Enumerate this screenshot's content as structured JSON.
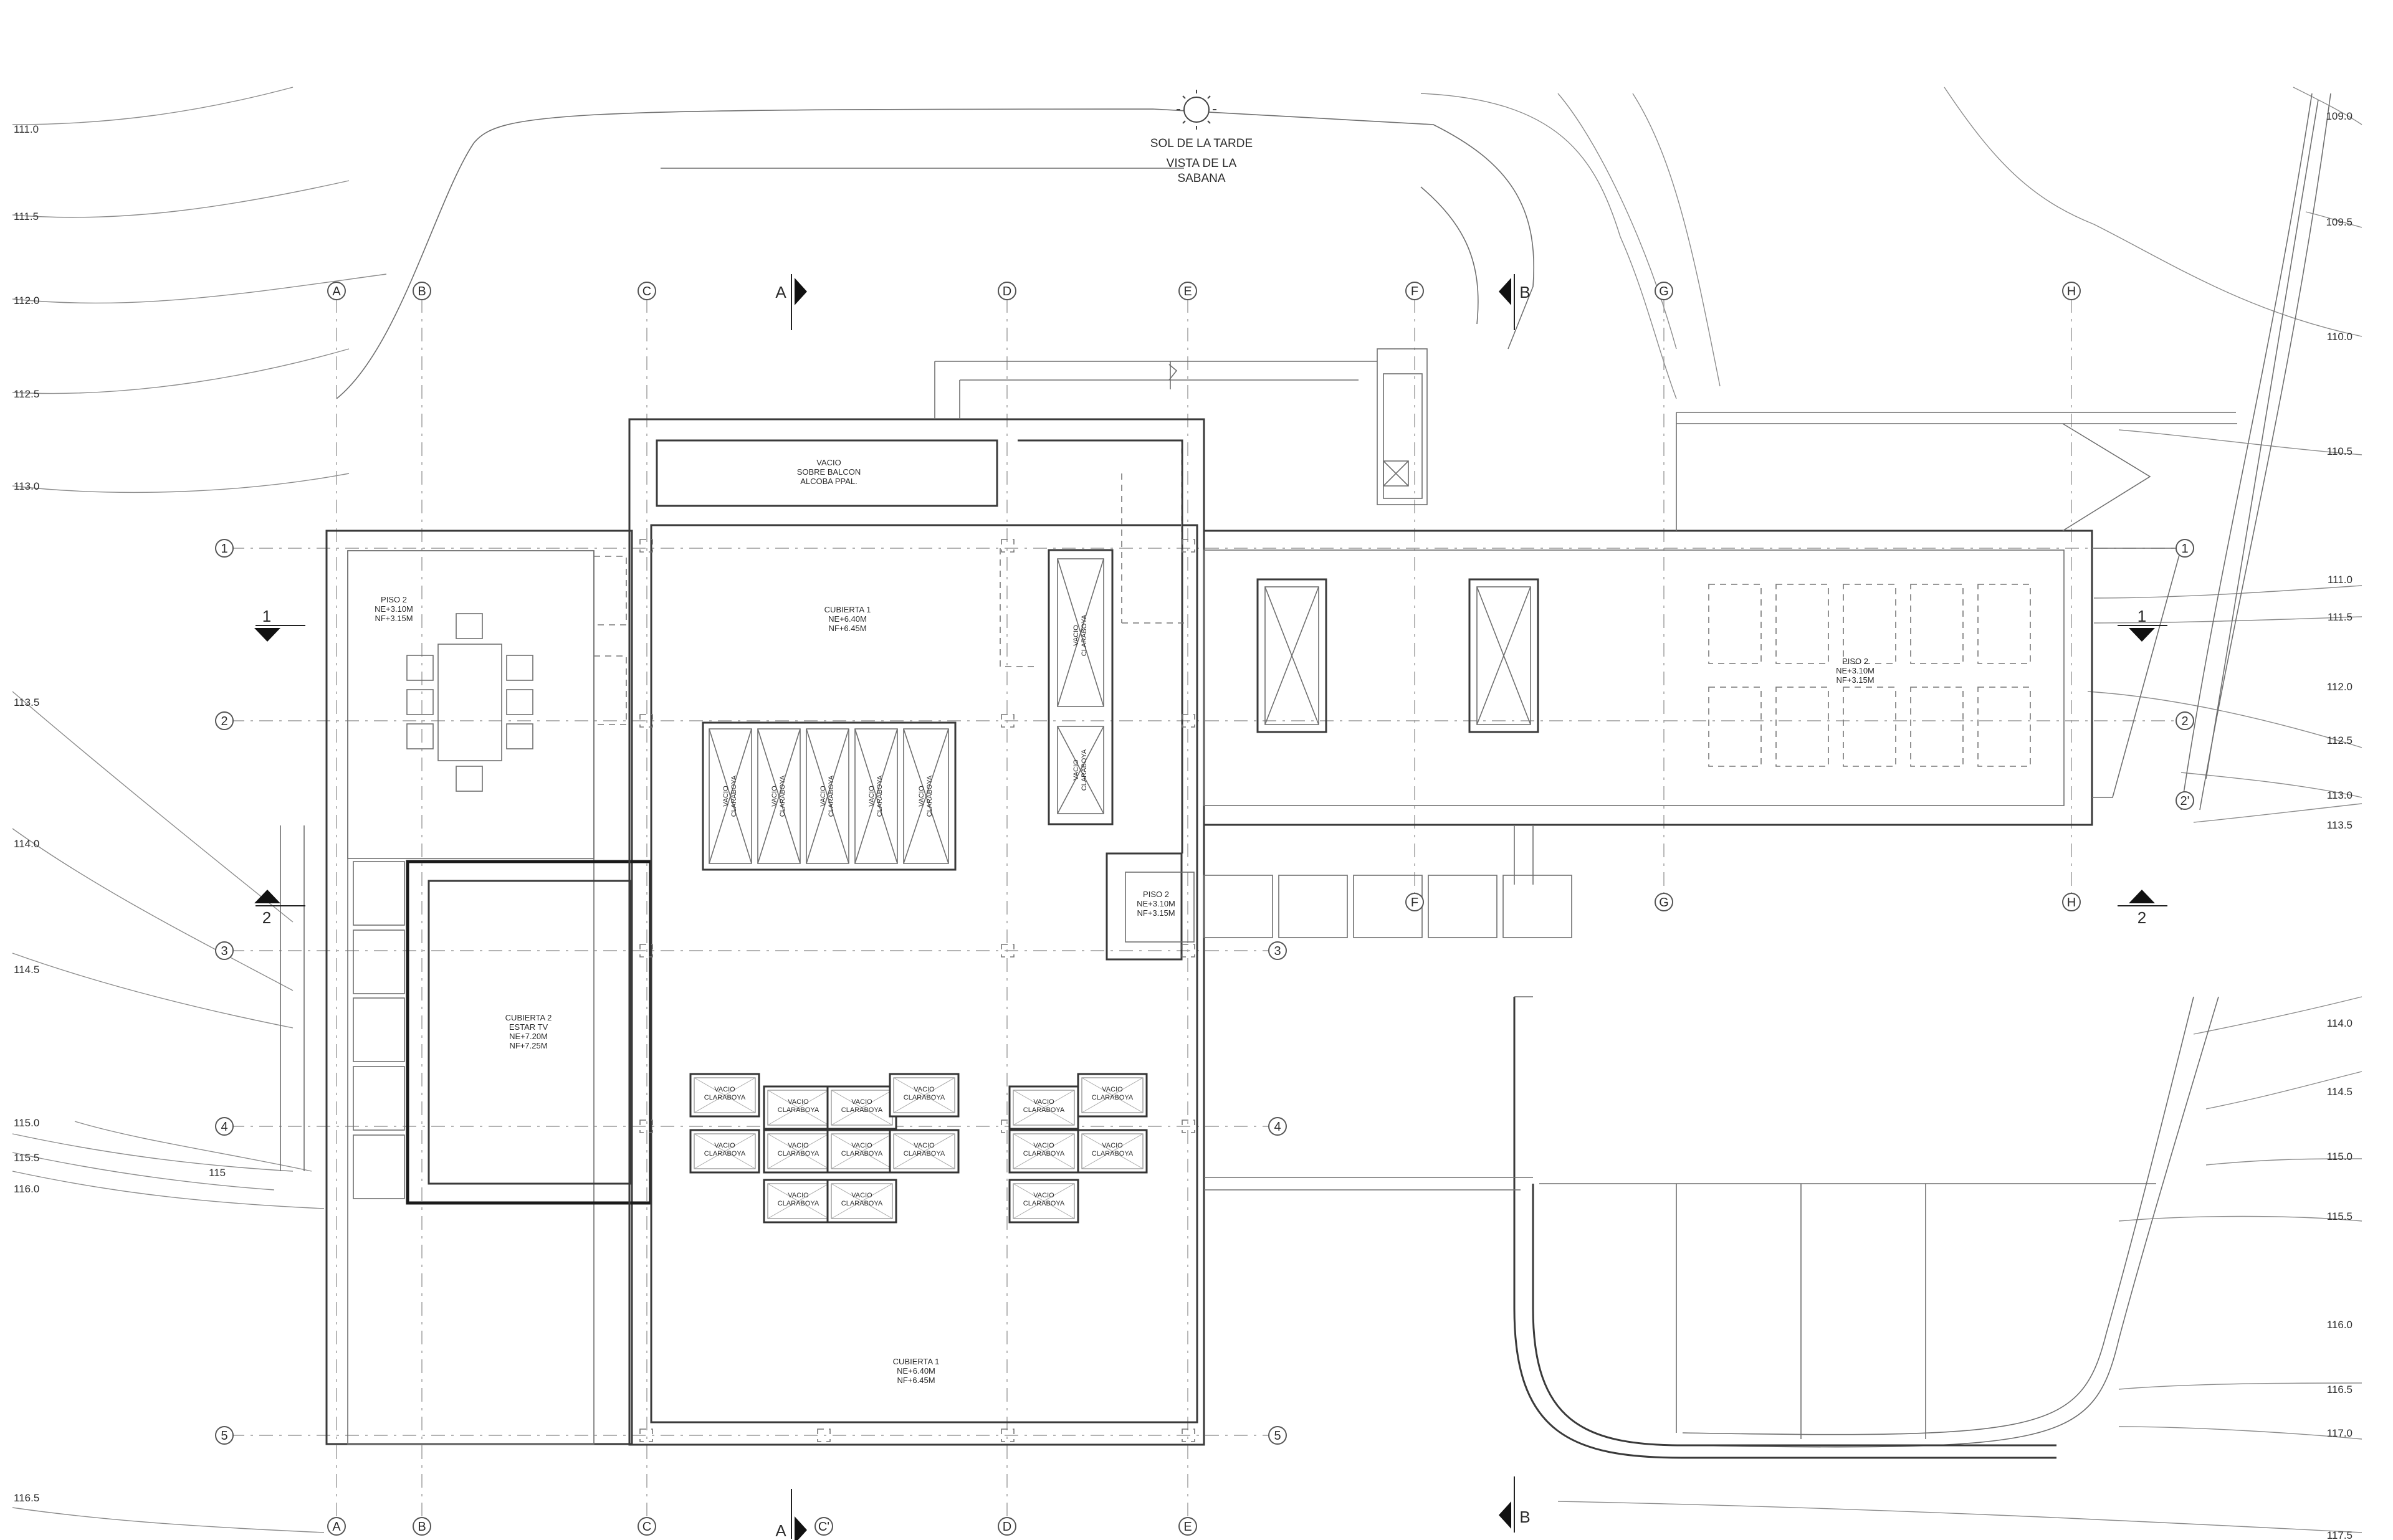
{
  "orientation": {
    "sun_label": "SOL DE LA TARDE",
    "view_label_line1": "VISTA DE LA",
    "view_label_line2": "SABANA"
  },
  "grid_axes": {
    "letters": [
      "A",
      "B",
      "C",
      "D",
      "E",
      "F",
      "G",
      "H"
    ],
    "letters_bottom": [
      "A",
      "B",
      "C",
      "D",
      "E"
    ],
    "letters_mid": [
      "F",
      "G",
      "H"
    ],
    "numbers_left": [
      "1",
      "2",
      "3",
      "4",
      "5"
    ],
    "numbers_right": [
      "1",
      "2",
      "2'",
      "3",
      "4",
      "5"
    ],
    "c_prime": "C'"
  },
  "section_markers": {
    "a": "A",
    "b": "B",
    "one": "1",
    "two": "2"
  },
  "contour_levels_left": [
    "111.0",
    "111.5",
    "112.0",
    "112.5",
    "113.0",
    "113.5",
    "114.0",
    "114.5",
    "115.0",
    "115.5",
    "116.0",
    "116.5"
  ],
  "contour_level_115": "115",
  "contour_levels_right": [
    "109.0",
    "109.5",
    "110.0",
    "110.5",
    "111.0",
    "111.5",
    "112.0",
    "112.5",
    "113.0",
    "113.5",
    "114.0",
    "114.5",
    "115.0",
    "115.5",
    "116.0",
    "116.5",
    "117.0",
    "117.5"
  ],
  "rooms": {
    "vacio_balcon": [
      "VACIO",
      "SOBRE BALCON",
      "ALCOBA PPAL."
    ],
    "cubierta1_top": [
      "CUBIERTA 1",
      "NE+6.40M",
      "NF+6.45M"
    ],
    "cubierta1_bottom": [
      "CUBIERTA 1",
      "NE+6.40M",
      "NF+6.45M"
    ],
    "cubierta2": [
      "CUBIERTA 2",
      "ESTAR TV",
      "NE+7.20M",
      "NF+7.25M"
    ],
    "piso2_left": [
      "PISO 2",
      "NE+3.10M",
      "NF+3.15M"
    ],
    "piso2_right": [
      "PISO 2",
      "NE+3.10M",
      "NF+3.15M"
    ],
    "piso2_small": [
      "PISO 2",
      "NE+3.10M",
      "NF+3.15M"
    ]
  },
  "skylight_label": [
    "VACIO",
    "CLARABOYA"
  ]
}
